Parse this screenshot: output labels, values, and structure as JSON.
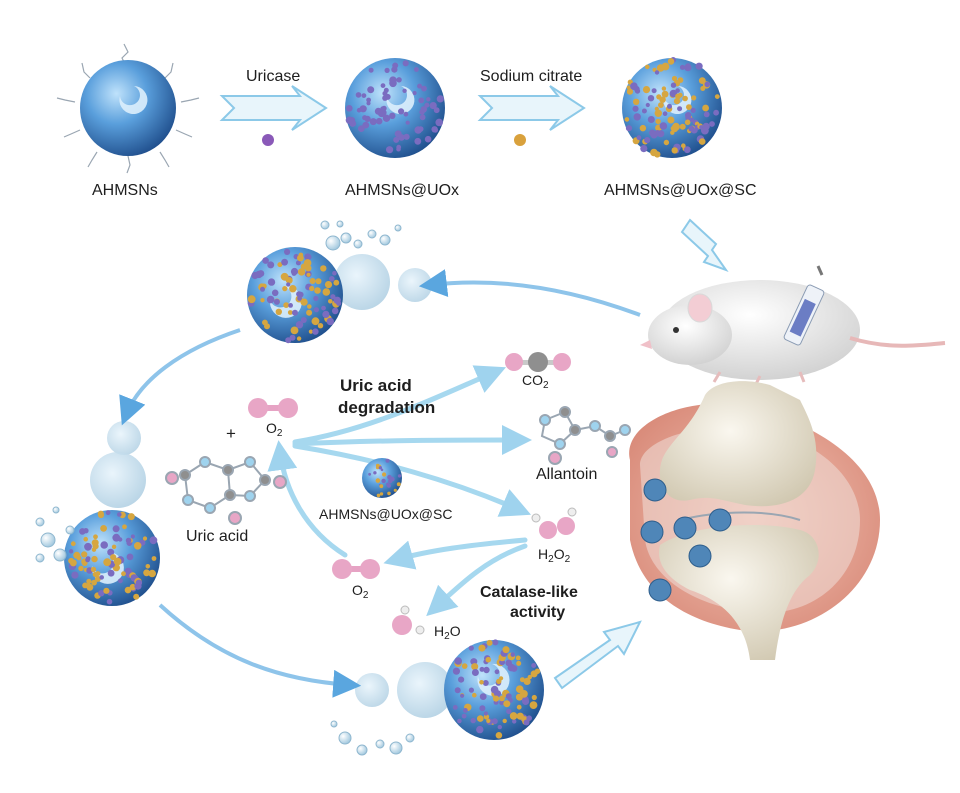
{
  "top_row": {
    "step1_label": "AHMSNs",
    "step2_label": "AHMSNs@UOx",
    "step3_label": "AHMSNs@UOx@SC",
    "arrow1_label": "Uricase",
    "arrow2_label": "Sodium citrate"
  },
  "cycle": {
    "center_label": "AHMSNs@UOx@SC",
    "uric_acid_label": "Uric acid",
    "plus_sign": "+",
    "degradation_title_line1": "Uric acid",
    "degradation_title_line2": "degradation",
    "co2_main": "CO",
    "co2_sub": "2",
    "o2_main": "O",
    "o2_sub": "2",
    "o2_out_main": "O",
    "o2_out_sub": "2",
    "allantoin_label": "Allantoin",
    "h2o2_main_a": "H",
    "h2o2_sub_a": "2",
    "h2o2_main_b": "O",
    "h2o2_sub_b": "2",
    "h2o_main_a": "H",
    "h2o_sub": "2",
    "h2o_main_b": "O",
    "catalase_line1": "Catalase-like",
    "catalase_line2": "activity"
  },
  "colors": {
    "sphere_blue": "#4a8fd0",
    "coat_purple": "#7a6cc0",
    "coat_gold": "#d6a640",
    "arrow_light": "#bfe3f3",
    "arrow_flow": "#6fb3e3",
    "molecule_pink": "#e6a3c4",
    "tissue_pink": "#e8a89a",
    "bone": "#ece5d3"
  }
}
